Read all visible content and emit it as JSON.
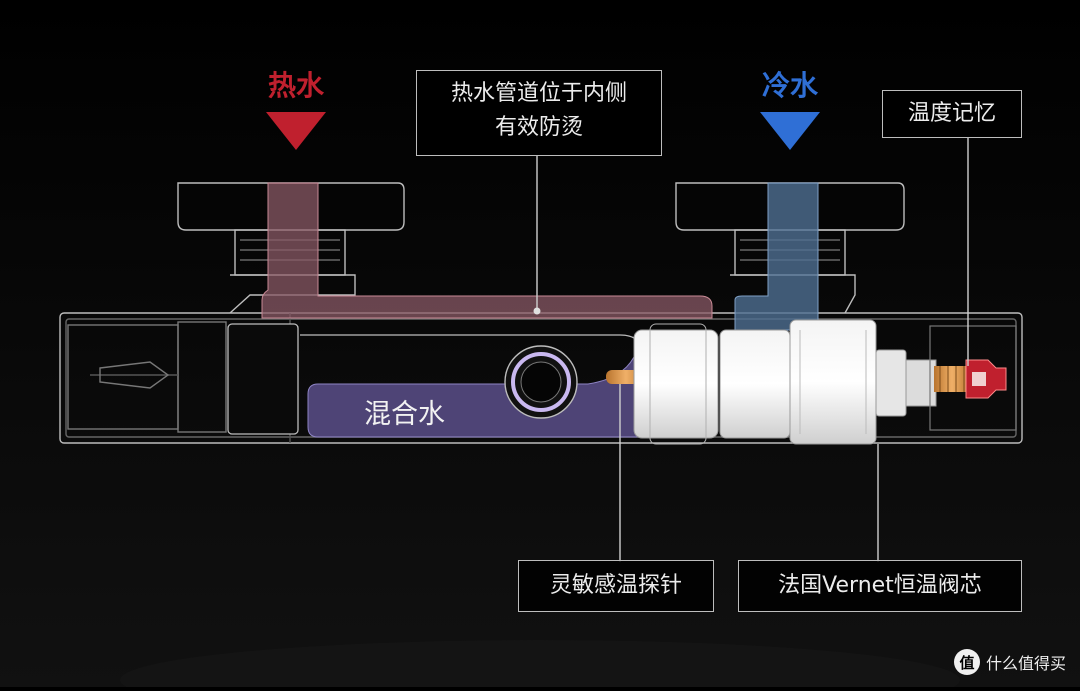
{
  "labels": {
    "hot_water": "热水",
    "cold_water": "冷水",
    "hot_pipe_note_line1": "热水管道位于内侧",
    "hot_pipe_note_line2": "有效防烫",
    "temperature_memory": "温度记忆",
    "mixed_water": "混合水",
    "sensitive_probe": "灵敏感温探针",
    "vernet_cartridge": "法国Vernet恒温阀芯"
  },
  "watermark": {
    "badge": "值",
    "text": "什么值得买"
  },
  "colors": {
    "hot": "#c0202e",
    "cold": "#2f6fd6",
    "hot_flow": "#8a5a66",
    "cold_flow": "#4f6f92",
    "mixed_flow": "#5a4f8a",
    "outline": "#bdbdbd"
  }
}
